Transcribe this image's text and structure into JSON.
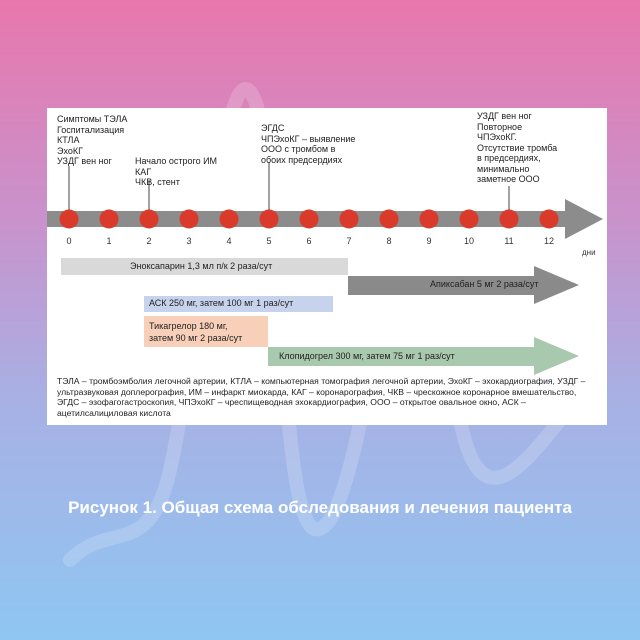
{
  "caption": "Рисунок 1. Общая схема обследования и лечения пациента",
  "timeline": {
    "days_unit": "дни",
    "ticks": [
      "0",
      "1",
      "2",
      "3",
      "4",
      "5",
      "6",
      "7",
      "8",
      "9",
      "10",
      "11",
      "12"
    ]
  },
  "annotations": [
    {
      "day": 0,
      "text": "Симптомы ТЭЛА\nГоспитализация\nКТЛА\nЭхоКГ\nУЗДГ вен ног"
    },
    {
      "day": 2,
      "text": "Начало острого ИМ\nКАГ\nЧКВ, стент"
    },
    {
      "day": 5,
      "text": "ЭГДС\nЧПЭхоКГ – выявление\nООО с тромбом в\nобоих предсердиях"
    },
    {
      "day": 11,
      "text": "УЗДГ вен ног\nПовторное\nЧПЭхоКГ.\nОтсутствие тромба\nв предсердиях,\nминимально\nзаметное ООО"
    }
  ],
  "therapy": {
    "enox": "Эноксапарин 1,3 мл п/к 2 раза/сут",
    "apix": "Апиксабан 5 мг 2 раза/сут",
    "ask": "АСК 250 мг, затем 100 мг 1 раз/сут",
    "tica_1": "Тикагрелор 180 мг,",
    "tica_2": "затем 90 мг 2 раза/сут",
    "clop": "Клопидогрел 300 мг, затем 75 мг 1 раз/сут"
  },
  "legend": "ТЭЛА – тромбоэмболия легочной артерии, КТЛА – компьютерная томография легочной артерии, ЭхоКГ – эхокардиография, УЗДГ – ультразвуковая доплерография, ИМ – инфаркт миокарда, КАГ – коронарография, ЧКВ – чрескожное коронарное вмешательство, ЭГДС – эзофагогастроскопия, ЧПЭхоКГ – чреспищеводная эхокардиография, ООО – открытое овальное окно, АСК – ацетилсалициловая кислота",
  "colors": {
    "timeline_arrow": "#8c8c8c",
    "dot": "#d93a2b",
    "enox_bar": "#d9d9d9",
    "apix_arrow": "#8a8a8a",
    "ask_bar": "#c7d3ec",
    "tica_bar": "#f8cfb8",
    "clop_arrow": "#a9c9ae"
  }
}
